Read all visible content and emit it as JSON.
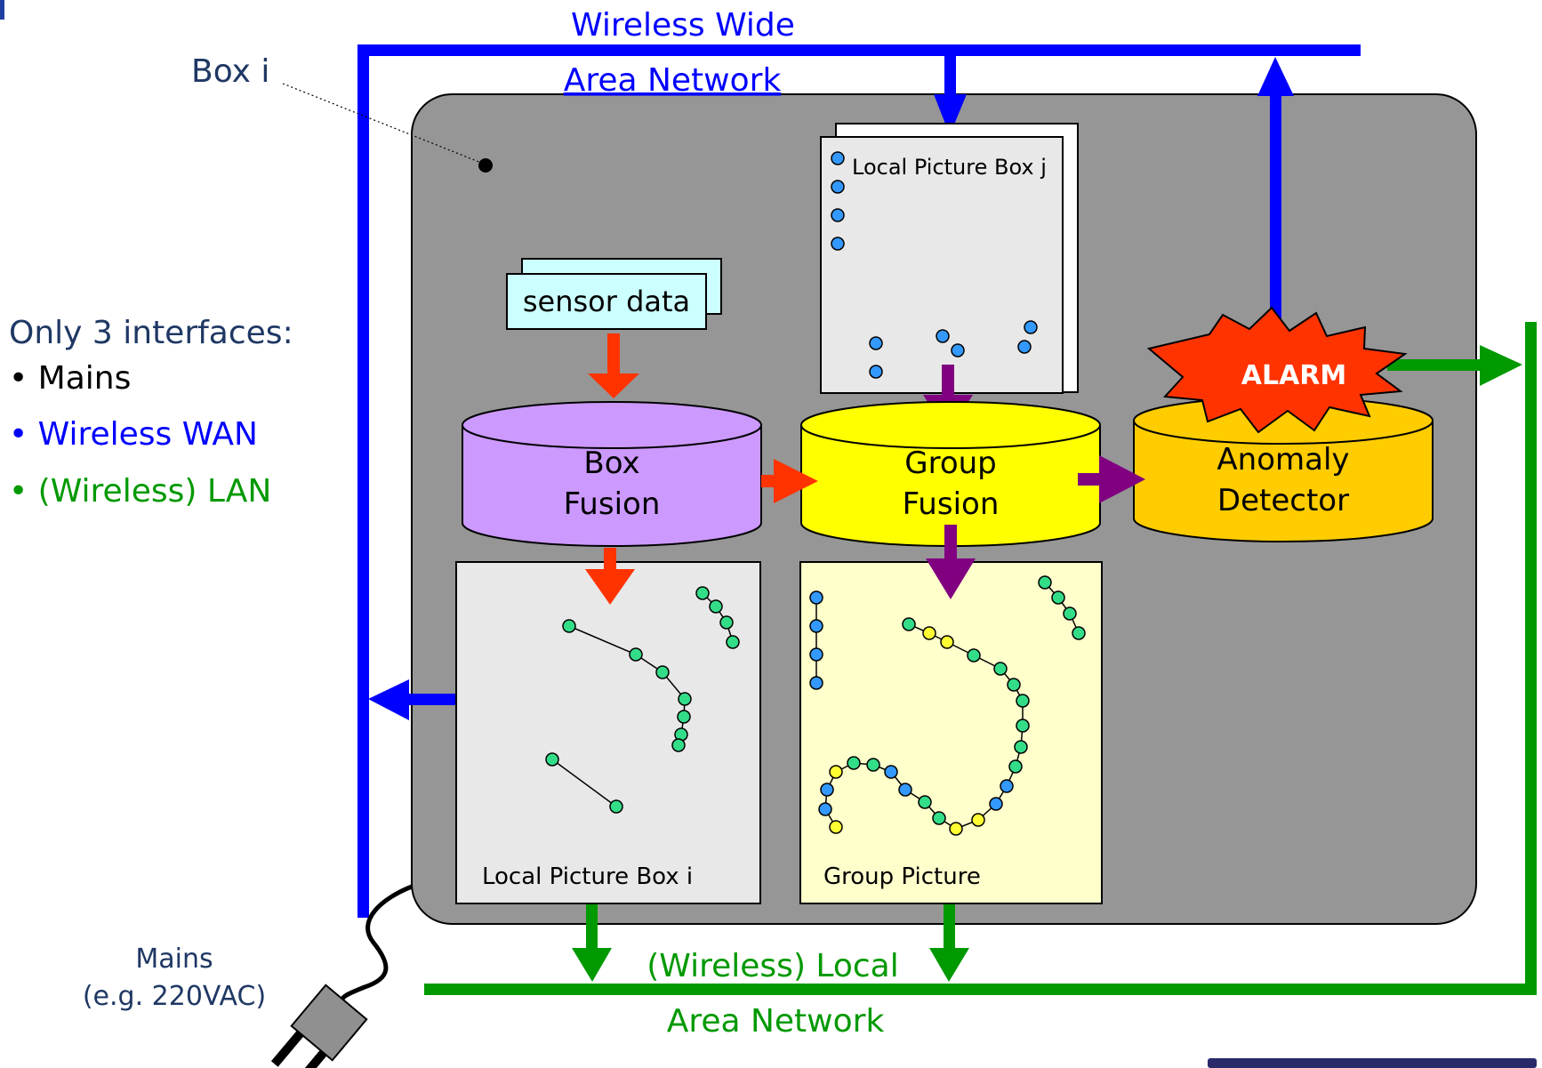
{
  "network": {
    "wan_line1": "Wireless Wide",
    "wan_line2": "Area Network",
    "lan_line1": "(Wireless) Local",
    "lan_line2": "Area Network"
  },
  "box_label": "Box i",
  "interfaces": {
    "heading": "Only 3 interfaces:",
    "items": [
      {
        "label": "• Mains",
        "color": "#000000"
      },
      {
        "label": "• Wireless WAN",
        "color": "#0000ff"
      },
      {
        "label": "• (Wireless) LAN",
        "color": "#009900"
      }
    ]
  },
  "mains": {
    "line1": "Mains",
    "line2": "(e.g. 220VAC)"
  },
  "sensor_data": "sensor data",
  "local_picture_j": "Local Picture Box j",
  "box_fusion": {
    "line1": "Box",
    "line2": "Fusion"
  },
  "group_fusion": {
    "line1": "Group",
    "line2": "Fusion"
  },
  "anomaly_detector": {
    "line1": "Anomaly",
    "line2": "Detector"
  },
  "alarm": "ALARM",
  "local_picture_i": "Local Picture Box i",
  "group_picture": "Group Picture",
  "colors": {
    "wan": "#0000ff",
    "lan": "#009900",
    "box_fusion_arrow": "#ff3300",
    "group_fusion_arrow": "#800080",
    "box_body": "#969696",
    "box_fusion_fill": "#cc99ff",
    "group_fusion_fill": "#ffff00",
    "anomaly_fill": "#ffcc00",
    "alarm_fill": "#ff3300"
  }
}
